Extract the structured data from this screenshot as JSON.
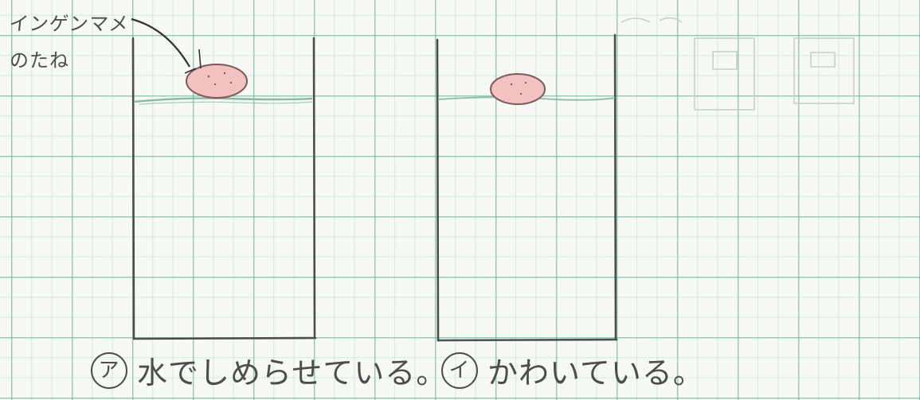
{
  "seed_label": {
    "line1": "インゲンマメ",
    "line2": "のたね"
  },
  "captions": {
    "a": {
      "mark": "ア",
      "text": "水でしめらせている。"
    },
    "b": {
      "mark": "イ",
      "text": "かわいている。"
    }
  },
  "colors": {
    "pencil": "#4d4d4d",
    "seed_fill": "#f2c2c2",
    "seed_outline": "#7a5a5a",
    "water_line": "#8ab8a4",
    "grid": "#5faf96"
  }
}
